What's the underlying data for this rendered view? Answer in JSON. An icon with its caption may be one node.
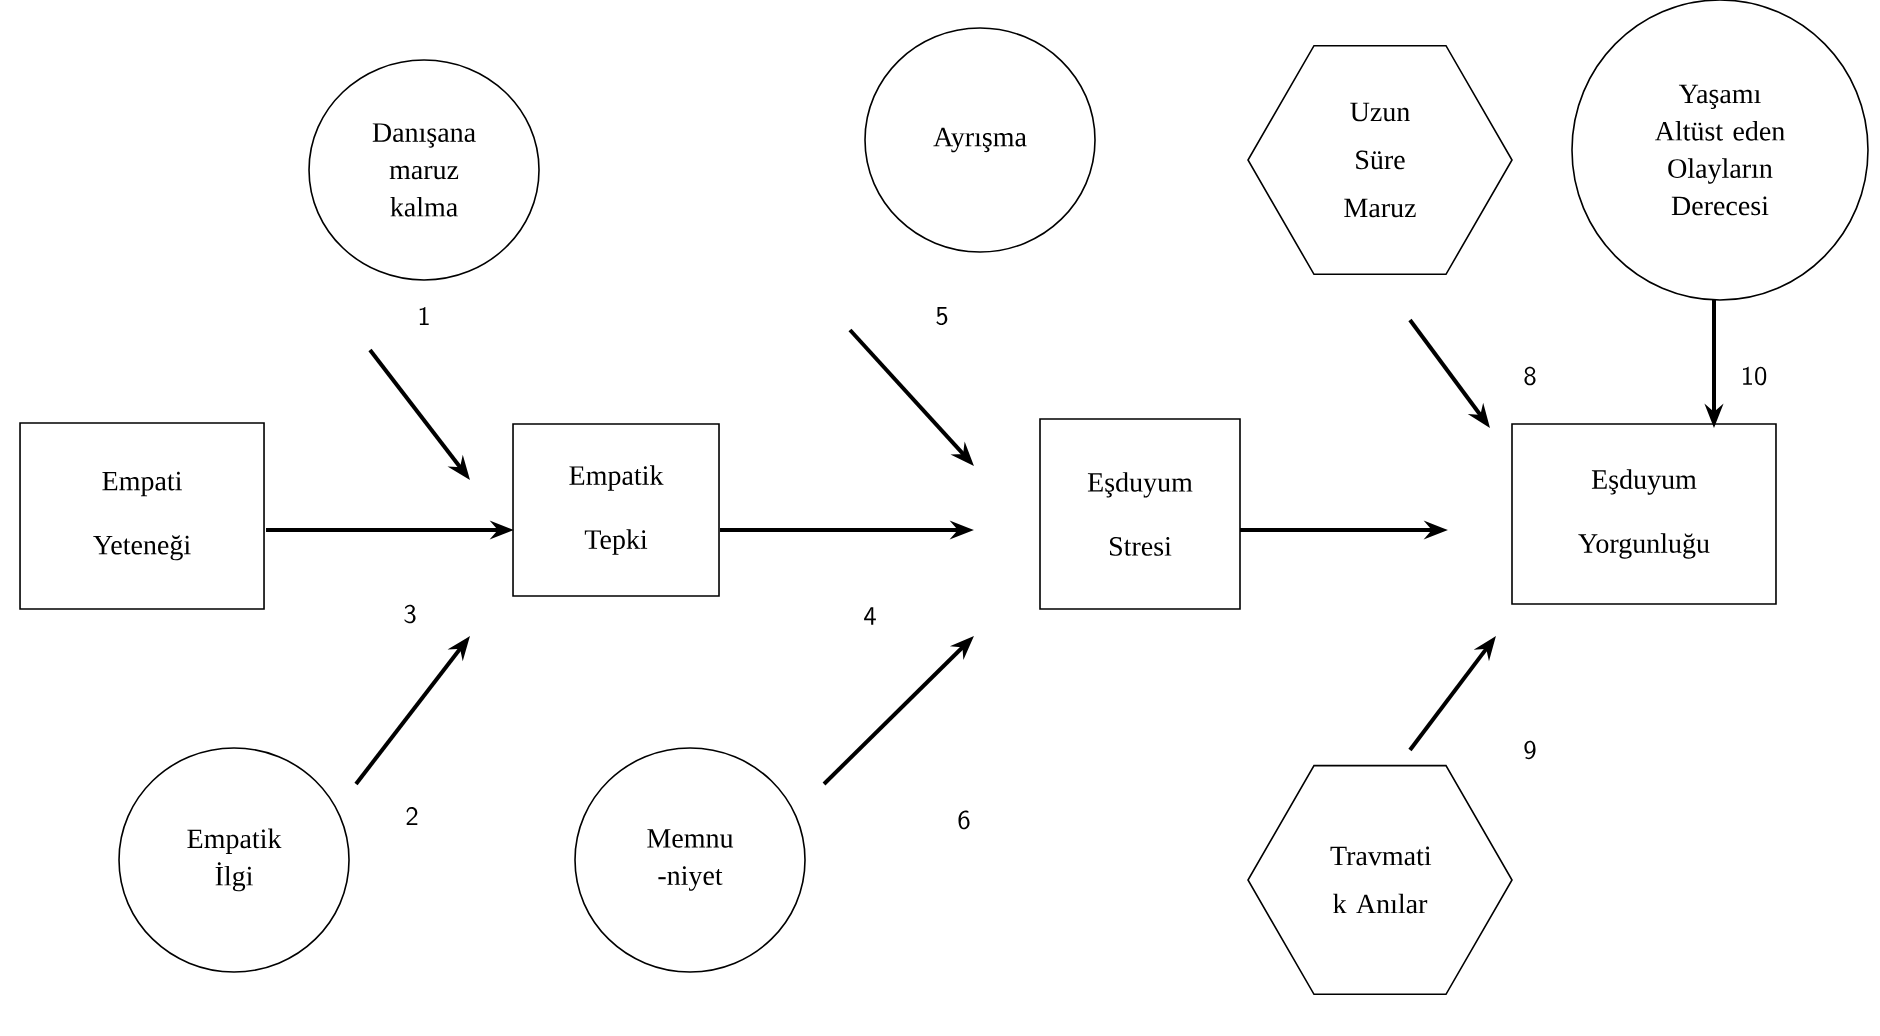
{
  "diagram": {
    "nodes": [
      {
        "text": [
          "Danışana maruz kalma"
        ]
      },
      {
        "text": [
          "Ayrışma"
        ]
      },
      {
        "text": [
          "Uzun Süre Maruz"
        ]
      },
      {
        "text": [
          "Yaşamı Altüst eden Olayların Derecesi"
        ]
      },
      {
        "text": [
          "Empati Yeteneği"
        ]
      },
      {
        "text": [
          "Empatik Tepki"
        ]
      },
      {
        "text": [
          "Eşduyum Stresi"
        ]
      },
      {
        "text": [
          "Eşduyum Yorgunluğu"
        ]
      },
      {
        "text": [
          "Empatik İlgi"
        ]
      },
      {
        "text": [
          "Memnu -niyet"
        ]
      },
      {
        "text": [
          "Travmati k Anılar"
        ]
      }
    ],
    "edges": [
      {
        "from": 0,
        "to": 5,
        "arrow": "to",
        "label": "1"
      },
      {
        "from": 8,
        "to": 5,
        "arrow": "to",
        "label": "2"
      },
      {
        "from": 4,
        "to": 5,
        "arrow": "to",
        "label": "3"
      },
      {
        "from": 5,
        "to": 6,
        "arrow": "to",
        "label": "4"
      },
      {
        "from": 1,
        "to": 6,
        "arrow": "to",
        "label": "5"
      },
      {
        "from": 9,
        "to": 6,
        "arrow": "to",
        "label": "6"
      },
      {
        "from": 6,
        "to": 7,
        "arrow": "to"
      },
      {
        "from": 2,
        "to": 7,
        "arrow": "to",
        "label": "8"
      },
      {
        "from": 10,
        "to": 7,
        "arrow": "to",
        "label": "9"
      },
      {
        "from": 3,
        "to": 7,
        "arrow": "to",
        "label": "10"
      }
    ]
  }
}
